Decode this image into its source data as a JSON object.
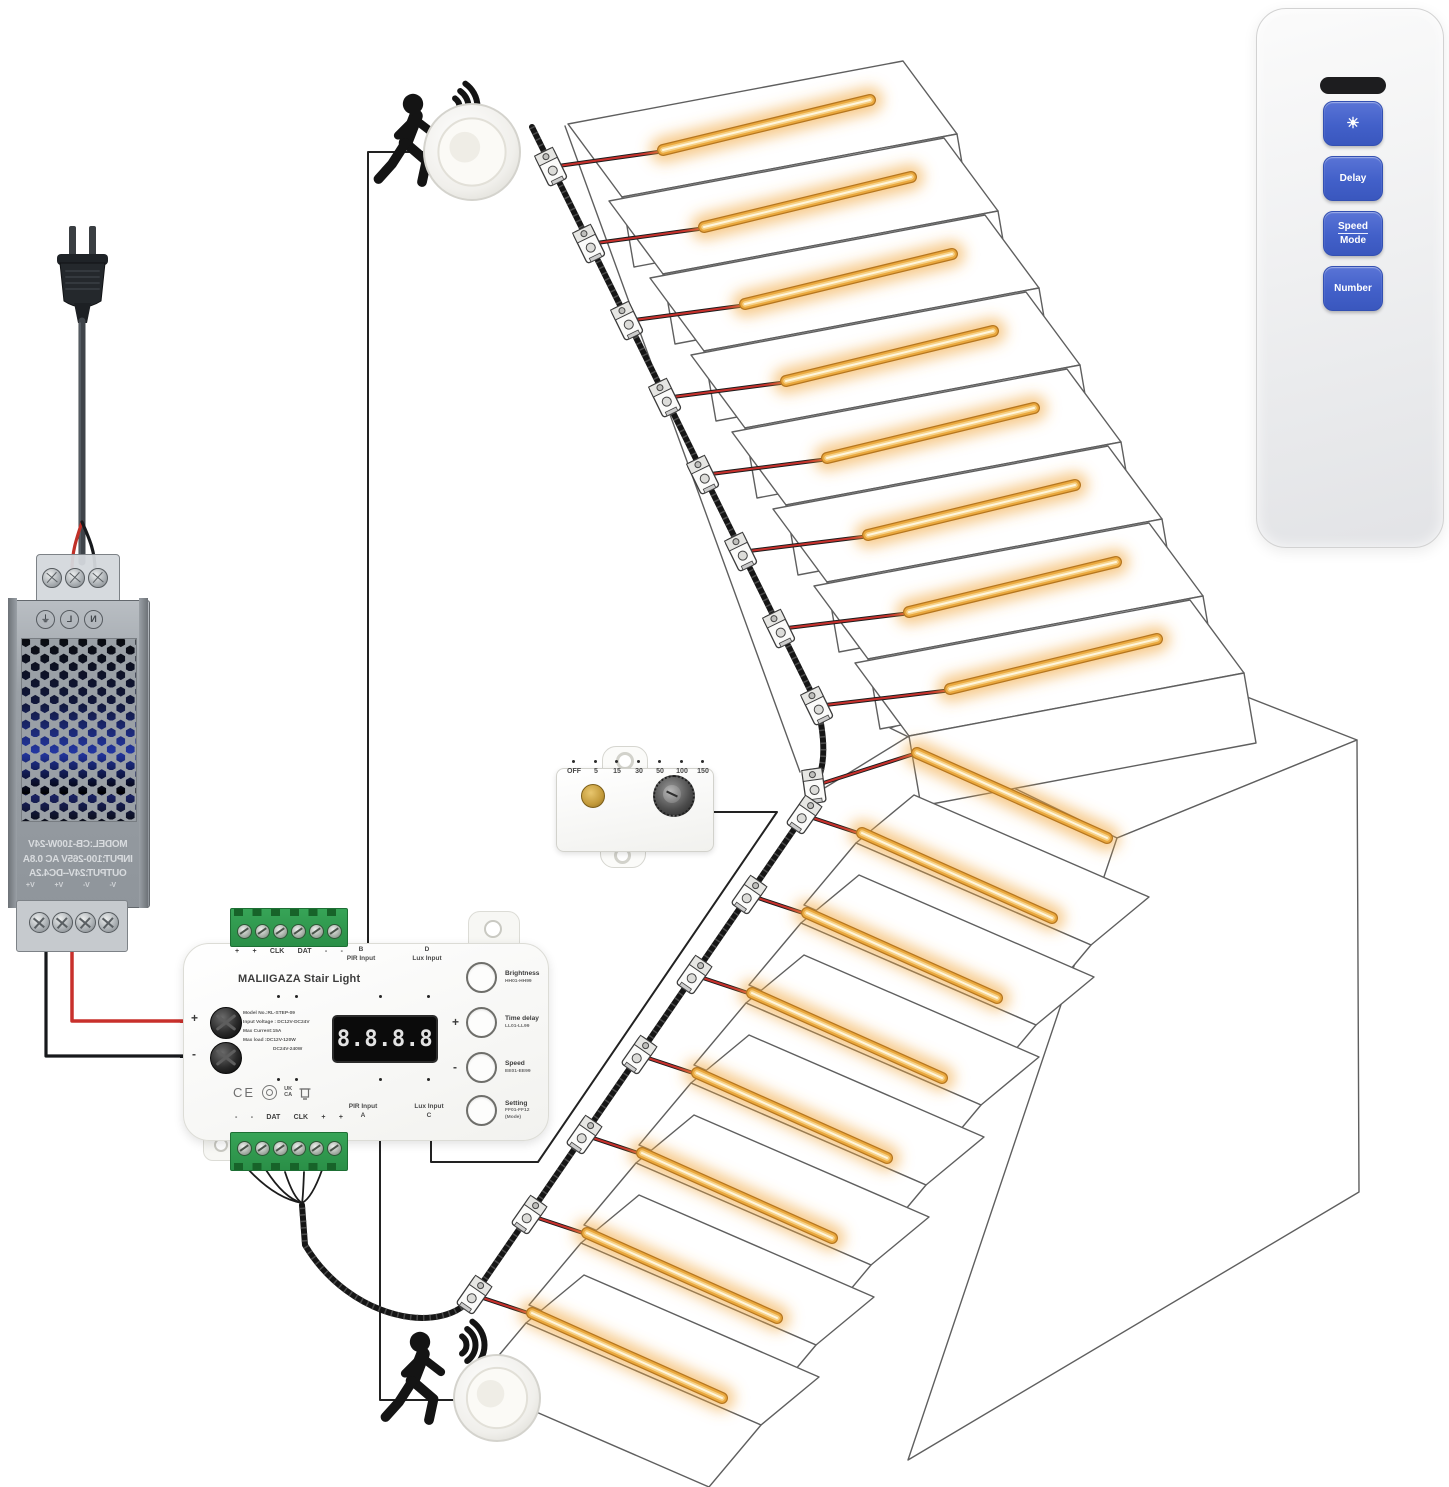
{
  "illustration": {
    "outline": "#5f5f5f",
    "led_edge": "#b5761f",
    "led_core": "#eaa83e",
    "led_mid": "#f7d288",
    "led_hot": "#fff6dd",
    "led_glow": "#f2a93f",
    "cable_color": "#161616",
    "wire_red": "#c8302c",
    "wire_dark": "#1c1c1c",
    "upper_steps": 8,
    "lower_steps": 8
  },
  "remote": {
    "brightness_icon": "☀",
    "delay_label": "Delay",
    "speed_label": "Speed",
    "mode_label": "Mode",
    "number_label": "Number",
    "button_color": "#4a65cd"
  },
  "controller": {
    "title": "MALIIGAZA Stair Light",
    "display": "8.8.8.8",
    "specs": [
      "Model No.:RL-STEP-09",
      "Input Voltage : DC12V-DC24V",
      "Max Current:15A",
      "Max load :DC12V-120W",
      "DC24V-240W"
    ],
    "top_terminals": [
      "+",
      "+",
      "CLK",
      "DAT",
      "-",
      "-"
    ],
    "bottom_terminals": [
      "-",
      "-",
      "DAT",
      "CLK",
      "+",
      "+"
    ],
    "port_b": {
      "line1": "B",
      "line2": "PIR Input"
    },
    "port_d": {
      "line1": "D",
      "line2": "Lux Input"
    },
    "port_a": {
      "line1": "PIR Input",
      "line2": "A"
    },
    "port_c": {
      "line1": "Lux Input",
      "line2": "C"
    },
    "plus": "+",
    "minus": "-",
    "buttons": [
      {
        "name": "Brightness",
        "range": "HH01-HH99"
      },
      {
        "name": "Time delay",
        "range": "LL01-LL99"
      },
      {
        "name": "Speed",
        "range": "EE01-EE99"
      },
      {
        "name": "Setting",
        "range": "FF01-FF12",
        "extra": "(Mode)"
      }
    ],
    "certs": {
      "ce": "CE",
      "uk": "UK",
      "ca": "CA"
    }
  },
  "power_supply": {
    "model": "MODEL:CB-100W-24V",
    "input": "INPUT:100-265V AC 0.8A",
    "output": "OUTPUT:24V--DC4.2A",
    "ac_terminals": [
      "⏚",
      "L",
      "N"
    ],
    "dc_terminals": [
      "V-",
      "V-",
      "V+",
      "V+"
    ]
  },
  "light_sensor": {
    "scale": [
      "OFF",
      "5",
      "15",
      "30",
      "50",
      "100",
      "150"
    ]
  }
}
